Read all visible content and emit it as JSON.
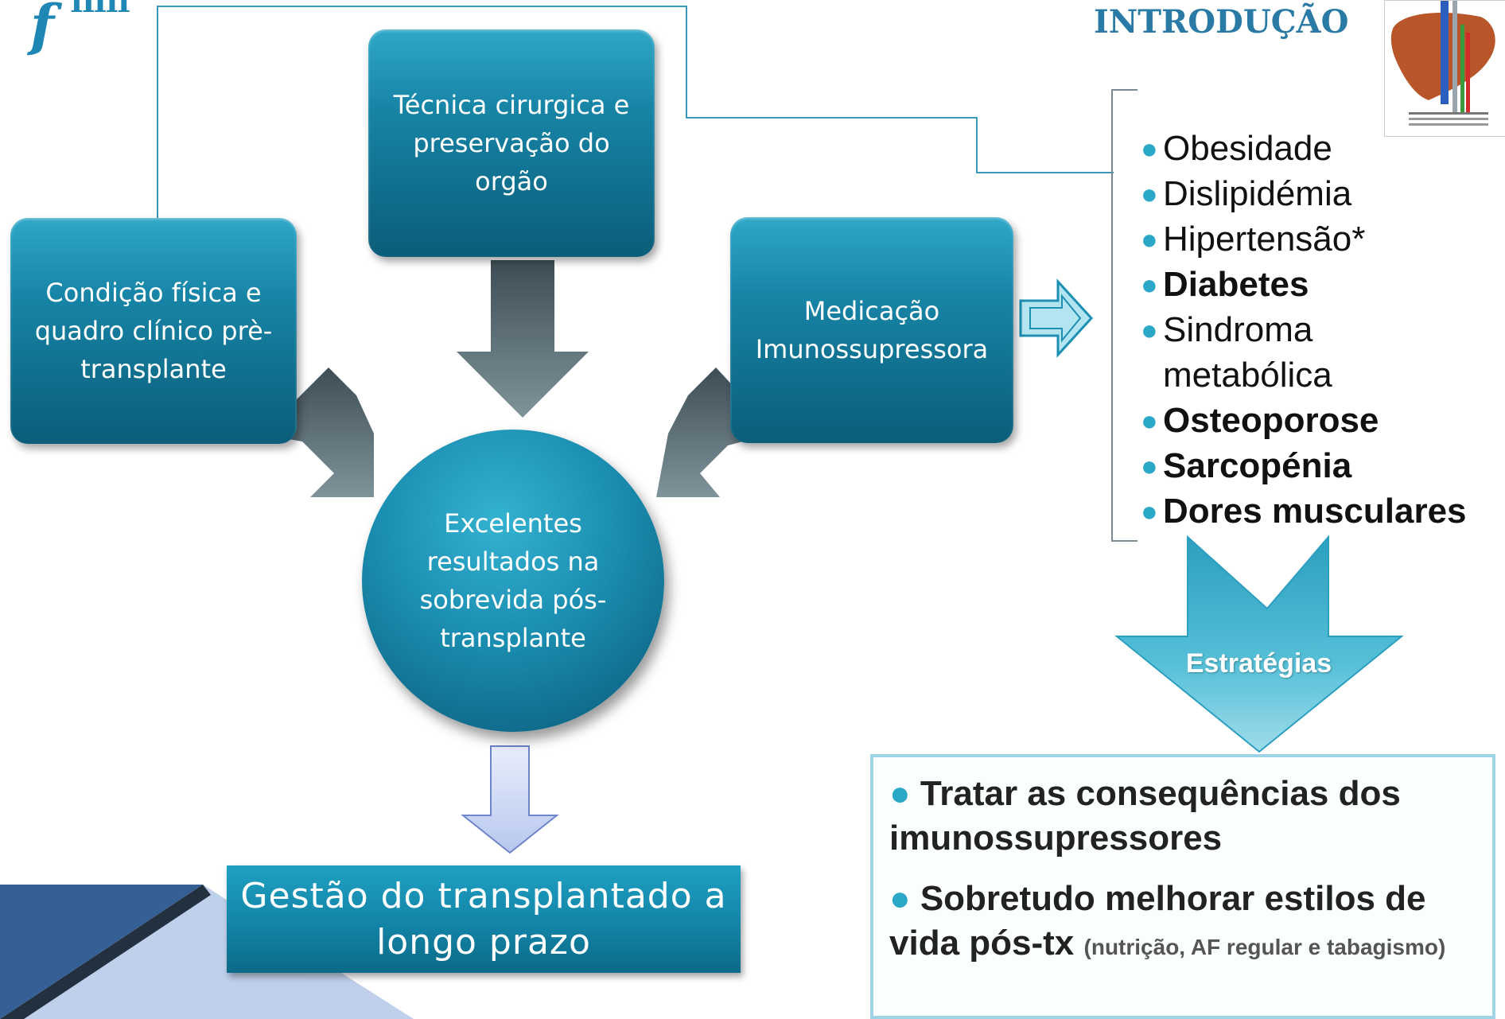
{
  "logo": {
    "text": "f",
    "bars": "IIIII"
  },
  "title": "INTRODUÇÃO",
  "liver_image": {
    "icon": "liver-anatomy-image"
  },
  "boxes": {
    "tecnica": "Técnica cirurgica e preservação do orgão",
    "condicao": "Condição física e quadro clínico prè-transplante",
    "medicacao": "Medicação Imunossupressora",
    "resultados": "Excelentes resultados na sobrevida pós-transplante",
    "gestao": "Gestão do transplantado a longo prazo"
  },
  "complications": [
    {
      "label": "Obesidade",
      "bold": false
    },
    {
      "label": "Dislipidémia",
      "bold": false
    },
    {
      "label": "Hipertensão*",
      "bold": false
    },
    {
      "label": "Diabetes",
      "bold": true
    },
    {
      "label": "Sindroma metabólica",
      "bold": false
    },
    {
      "label": "Osteoporose",
      "bold": true
    },
    {
      "label": "Sarcopénia",
      "bold": true
    },
    {
      "label": "Dores musculares",
      "bold": true
    }
  ],
  "strategies_label": "Estratégias",
  "strategies": {
    "item1": "Tratar as consequências dos imunossupressores",
    "item2": "Sobretudo melhorar estilos de vida pós-tx",
    "item2_note": "(nutrição, AF regular e tabagismo)"
  },
  "colors": {
    "accent": "#1784a6",
    "title": "#2a7aa6",
    "bullet": "#2ba8c8"
  }
}
